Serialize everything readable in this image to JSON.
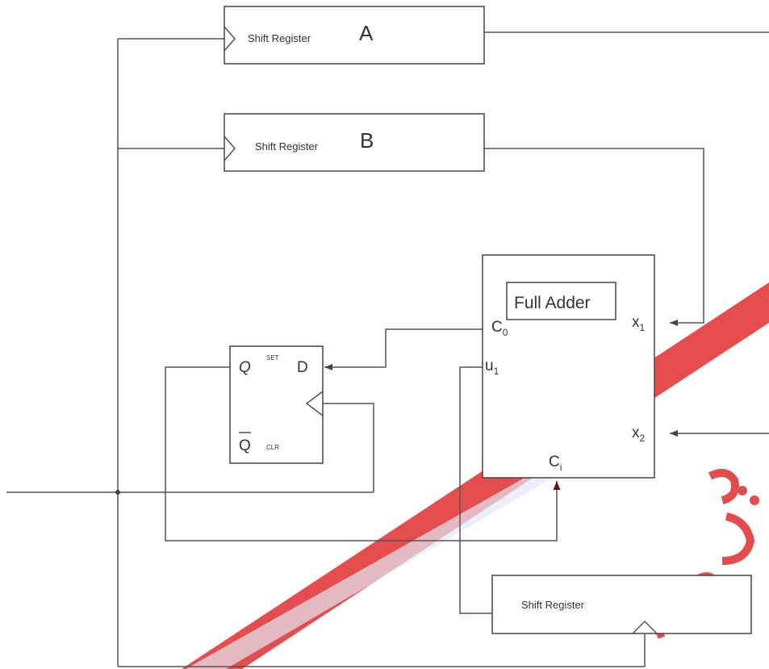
{
  "diagram": {
    "shift_register_a": {
      "label": "Shift Register",
      "letter": "A"
    },
    "shift_register_b": {
      "label": "Shift Register",
      "letter": "B"
    },
    "shift_register_c": {
      "label": "Shift Register"
    },
    "full_adder": {
      "title": "Full Adder",
      "c0": "C",
      "c0_sub": "0",
      "u1": "u",
      "u1_sub": "1",
      "x1": "x",
      "x1_sub": "1",
      "x2": "x",
      "x2_sub": "2",
      "ci": "C",
      "ci_sub": "i"
    },
    "flip_flop": {
      "q": "Q",
      "set": "SET",
      "d": "D",
      "q_bar": "Q",
      "clr": "CLR"
    }
  },
  "watermark": {
    "color": "#e03030"
  }
}
